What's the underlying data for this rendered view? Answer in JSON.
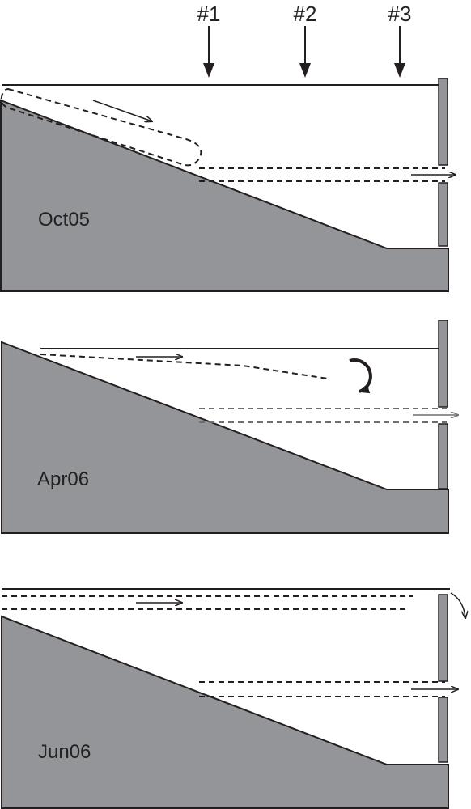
{
  "stations": [
    {
      "id": "s1",
      "label": "#1"
    },
    {
      "id": "s2",
      "label": "#2"
    },
    {
      "id": "s3",
      "label": "#3"
    }
  ],
  "panels": [
    {
      "id": "p1",
      "label": "Oct05"
    },
    {
      "id": "p2",
      "label": "Apr06"
    },
    {
      "id": "p3",
      "label": "Jun06"
    }
  ],
  "colors": {
    "ground": "#939598",
    "outline": "#231f20",
    "grey_flow": "#6d6e71"
  }
}
